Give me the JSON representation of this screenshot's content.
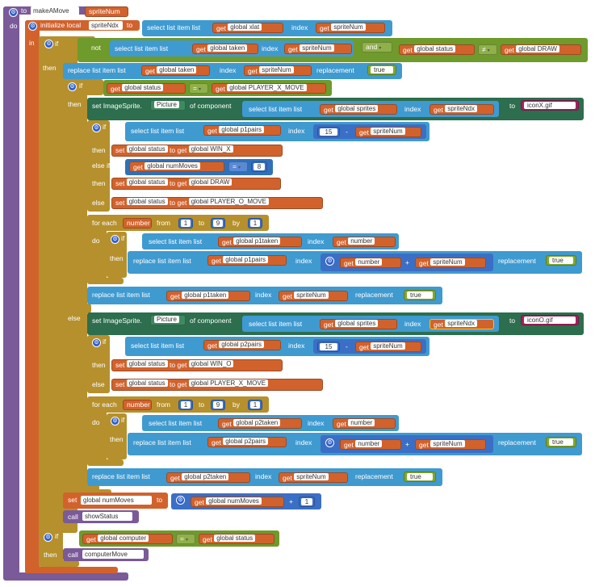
{
  "procedure": {
    "keyword_to": "to",
    "name": "makeAMove",
    "param": "spriteNum",
    "do_label": "do"
  },
  "init": {
    "label": "initialize local",
    "var": "spriteNdx",
    "to": "to",
    "in": "in"
  },
  "kw": {
    "if": "if",
    "then": "then",
    "else": "else",
    "else_if": "else if",
    "not": "not",
    "and": "and",
    "get": "get",
    "set": "set",
    "to": "to",
    "index": "index",
    "replacement": "replacement",
    "select": "select list item  list",
    "replace": "replace list item  list",
    "for_each": "for each",
    "from": "from",
    "by": "by",
    "do": "do",
    "call": "call",
    "set_sprite": "set ImageSprite.",
    "picture": "Picture",
    "of_component": "of component",
    "eq": "=",
    "neq": "≠",
    "minus": "-",
    "plus": "+"
  },
  "vars": {
    "xlat": "global xlat",
    "spriteNum": "spriteNum",
    "spriteNdx": "spriteNdx",
    "taken": "global taken",
    "status": "global status",
    "draw": "global DRAW",
    "player_x_move": "global PLAYER_X_MOVE",
    "player_o_move": "global PLAYER_O_MOVE",
    "sprites": "global sprites",
    "p1pairs": "global p1pairs",
    "p2pairs": "global p2pairs",
    "win_x": "global WIN_X",
    "win_o": "global WIN_O",
    "numMoves": "global numMoves",
    "p1taken": "global p1taken",
    "p2taken": "global p2taken",
    "number": "number",
    "computer": "global computer"
  },
  "values": {
    "true": "true",
    "iconX": "iconX.gif",
    "iconO": "iconO.gif",
    "n15": "15",
    "n8": "8",
    "n1": "1",
    "n9": "9"
  },
  "calls": {
    "showStatus": "showStatus",
    "computerMove": "computerMove"
  },
  "colors": {
    "procedure": "#7a5a98",
    "variable": "#d2622c",
    "control": "#b5902c",
    "logic": "#6f9a2c",
    "lists": "#3f9ad0",
    "math": "#3b6fc5",
    "text": "#a2205c",
    "component": "#2c6e4d"
  }
}
